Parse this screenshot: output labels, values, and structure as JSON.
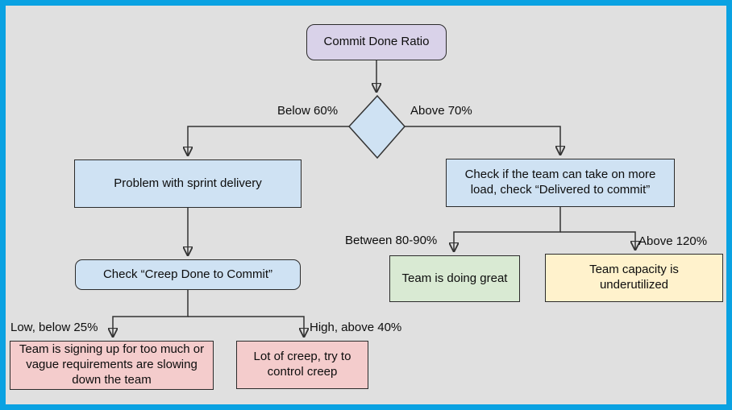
{
  "nodes": {
    "commit_done_ratio": {
      "label": "Commit Done Ratio"
    },
    "problem_sprint": {
      "label": "Problem with sprint delivery"
    },
    "check_take_more": {
      "label": "Check if the team can take on more load, check “Delivered to commit”"
    },
    "check_creep": {
      "label": "Check “Creep Done to Commit”"
    },
    "signing_too_much": {
      "label": "Team is signing up for too much or vague requirements are slowing down the team"
    },
    "lot_of_creep": {
      "label": "Lot of creep, try to control creep"
    },
    "doing_great": {
      "label": "Team is doing great"
    },
    "underutilized": {
      "label": "Team capacity is underutilized"
    }
  },
  "edge_labels": {
    "below_60": "Below 60%",
    "above_70": "Above 70%",
    "low_below_25": "Low, below 25%",
    "high_above_40": "High, above 40%",
    "between_80_90": "Between 80-90%",
    "above_120": "Above 120%"
  },
  "colors": {
    "frame": "#0aa2e2",
    "background": "#e0e0e0",
    "node_purple": "#d9d2e9",
    "node_blue": "#cfe2f3",
    "node_green": "#d9ead3",
    "node_yellow": "#fff2cc",
    "node_pink": "#f4cccc",
    "line": "#333333"
  }
}
